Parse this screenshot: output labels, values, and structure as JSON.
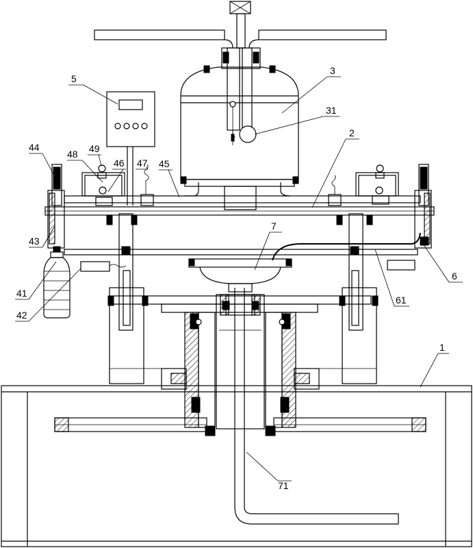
{
  "labels": {
    "l1": "1",
    "l2": "2",
    "l3": "3",
    "l31": "31",
    "l5": "5",
    "l6": "6",
    "l61": "61",
    "l7": "7",
    "l71": "71",
    "l41": "41",
    "l42": "42",
    "l43": "43",
    "l44": "44",
    "l45": "45",
    "l46": "46",
    "l47": "47",
    "l48": "48",
    "l49": "49"
  },
  "colors": {
    "line": "#000000",
    "background": "#ffffff"
  }
}
